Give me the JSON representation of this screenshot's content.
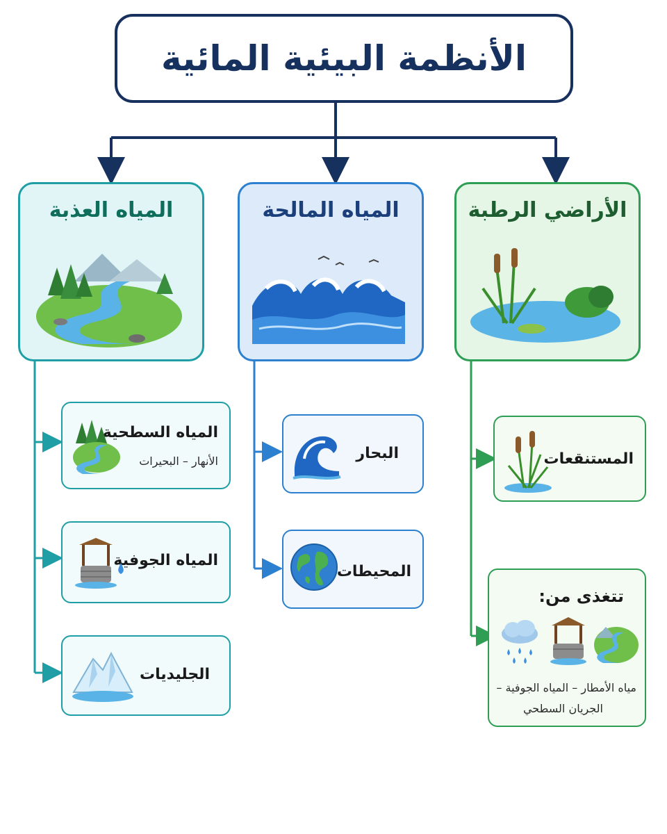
{
  "title": "الأنظمة البيئية المائية",
  "colors": {
    "navy": "#17315f",
    "teal": "#1f9fa5",
    "blue": "#2d80cf",
    "green": "#2f9e55"
  },
  "categories": {
    "fresh": {
      "title": "المياه العذبة",
      "image_icon": "river-landscape-icon",
      "items": [
        {
          "label": "المياه السطحية",
          "sublabel": "الأنهار – البحيرات",
          "icon": "river-icon"
        },
        {
          "label": "المياه الجوفية",
          "icon": "well-icon"
        },
        {
          "label": "الجليديات",
          "icon": "glacier-icon"
        }
      ]
    },
    "salt": {
      "title": "المياه المالحة",
      "image_icon": "sea-waves-icon",
      "items": [
        {
          "label": "البحار",
          "icon": "wave-icon"
        },
        {
          "label": "المحيطات",
          "icon": "globe-icon"
        }
      ]
    },
    "wet": {
      "title": "الأراضي الرطبة",
      "image_icon": "marsh-reeds-icon",
      "items": [
        {
          "label": "المستنقعات",
          "icon": "reeds-icon"
        },
        {
          "label": "تتغذى من:",
          "sublabel": "مياه الأمطار – المياه الجوفية –",
          "sublabel2": "الجريان السطحي",
          "icons": [
            "rain-icon",
            "well-icon",
            "river-icon"
          ]
        }
      ]
    }
  }
}
